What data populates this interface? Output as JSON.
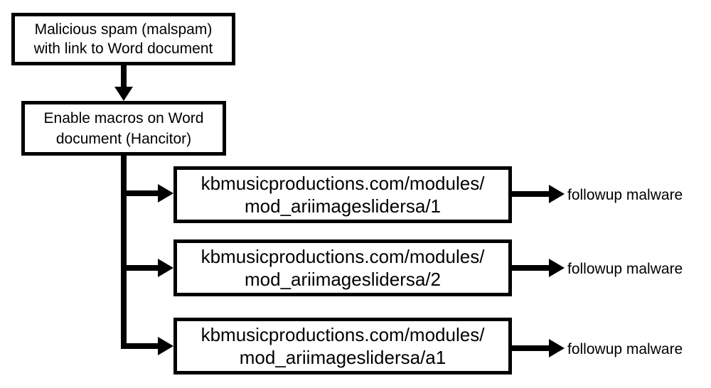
{
  "diagram": {
    "nodes": {
      "malspam": {
        "line1": "Malicious spam (malspam)",
        "line2": "with link to Word document"
      },
      "macros": {
        "line1": "Enable macros on Word",
        "line2": "document (Hancitor)"
      },
      "url1": {
        "line1": "kbmusicproductions.com/modules/",
        "line2": "mod_ariimageslidersa/1"
      },
      "url2": {
        "line1": "kbmusicproductions.com/modules/",
        "line2": "mod_ariimageslidersa/2"
      },
      "url3": {
        "line1": "kbmusicproductions.com/modules/",
        "line2": "mod_ariimageslidersa/a1"
      }
    },
    "outputs": [
      "followup malware",
      "followup malware",
      "followup malware"
    ],
    "edges": [
      {
        "from": "malspam",
        "to": "macros"
      },
      {
        "from": "macros",
        "to": "url1"
      },
      {
        "from": "macros",
        "to": "url2"
      },
      {
        "from": "macros",
        "to": "url3"
      },
      {
        "from": "url1",
        "to": "followup-1"
      },
      {
        "from": "url2",
        "to": "followup-2"
      },
      {
        "from": "url3",
        "to": "followup-3"
      }
    ]
  }
}
